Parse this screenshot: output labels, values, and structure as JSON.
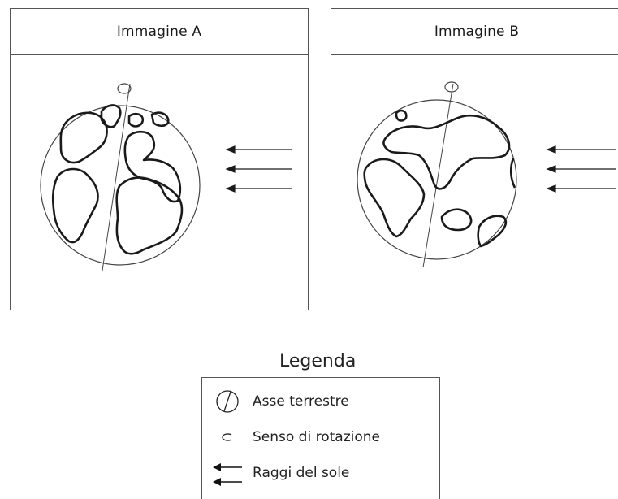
{
  "panels": {
    "a": {
      "title": "Immagine A"
    },
    "b": {
      "title": "Immagine B"
    }
  },
  "legend": {
    "title": "Legenda",
    "items": [
      {
        "icon": "earth-axis-icon",
        "label": "Asse terrestre"
      },
      {
        "icon": "rotation-direction-icon",
        "label": "Senso di rotazione"
      },
      {
        "icon": "sun-rays-icon",
        "label": "Raggi del sole"
      }
    ]
  }
}
